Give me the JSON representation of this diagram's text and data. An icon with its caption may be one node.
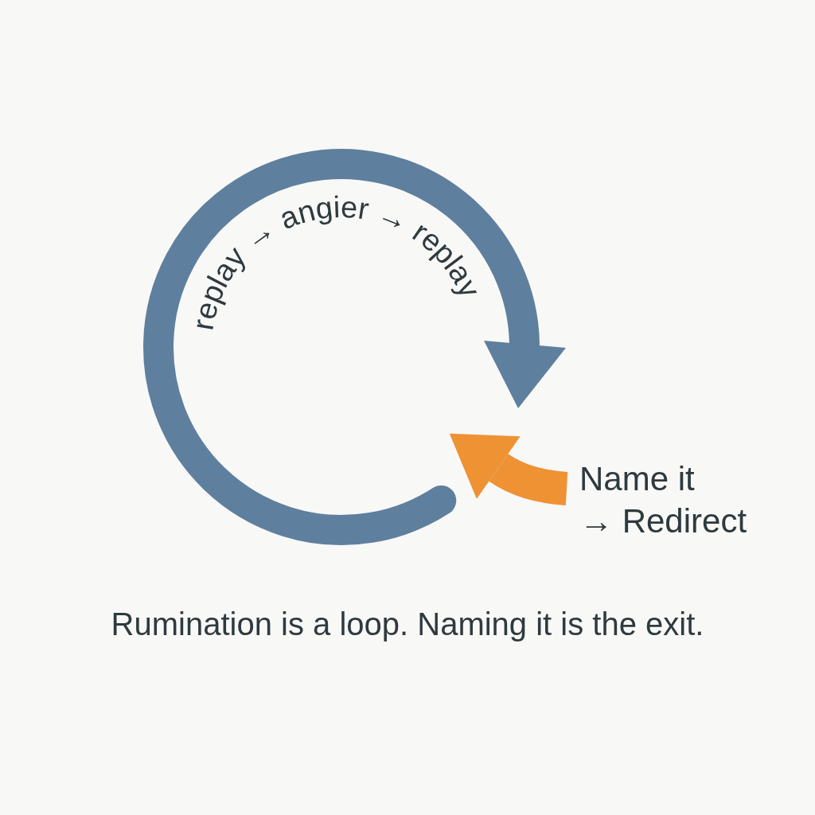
{
  "diagram": {
    "caption": "Rumination is a loop. Naming it is the exit.",
    "nodes": [
      {
        "text": [
          "replay → angier → replay"
        ]
      },
      {
        "text": [
          "Name it → Redirect"
        ]
      }
    ],
    "edges": [
      {
        "from": 1,
        "to": 0,
        "arrow": "to",
        "color": "#ee9234"
      }
    ]
  }
}
